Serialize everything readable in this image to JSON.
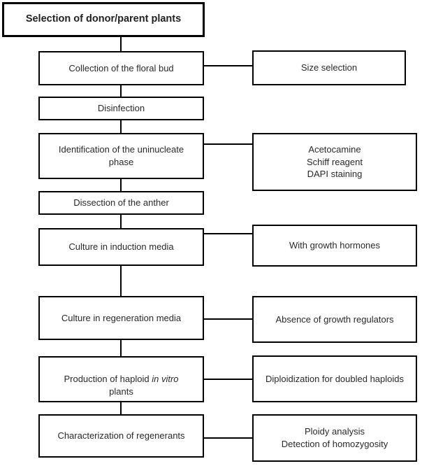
{
  "flow": {
    "title": "Selection of donor/parent plants",
    "steps": [
      {
        "label": "Collection of the floral bud"
      },
      {
        "label": "Disinfection"
      },
      {
        "label": "Identification of the uninucleate\nphase"
      },
      {
        "label": "Dissection of the anther"
      },
      {
        "label": "Culture in induction media"
      },
      {
        "label": "Culture in regeneration media"
      },
      {
        "label_pre": "Production of haploid ",
        "label_italic": "in vitro",
        "label_line2": "plants"
      },
      {
        "label": "Characterization of regenerants"
      }
    ],
    "side_notes": [
      {
        "label": "Size selection"
      },
      {
        "label": "Acetocamine\nSchiff reagent\nDAPI staining"
      },
      {
        "label": "With growth hormones"
      },
      {
        "label": "Absence of growth regulators"
      },
      {
        "label": "Diploidization for doubled haploids"
      },
      {
        "label": "Ploidy analysis\nDetection of homozygosity"
      }
    ],
    "colors": {
      "border": "#000000",
      "text": "#2a2a2a",
      "background": "#ffffff"
    }
  }
}
